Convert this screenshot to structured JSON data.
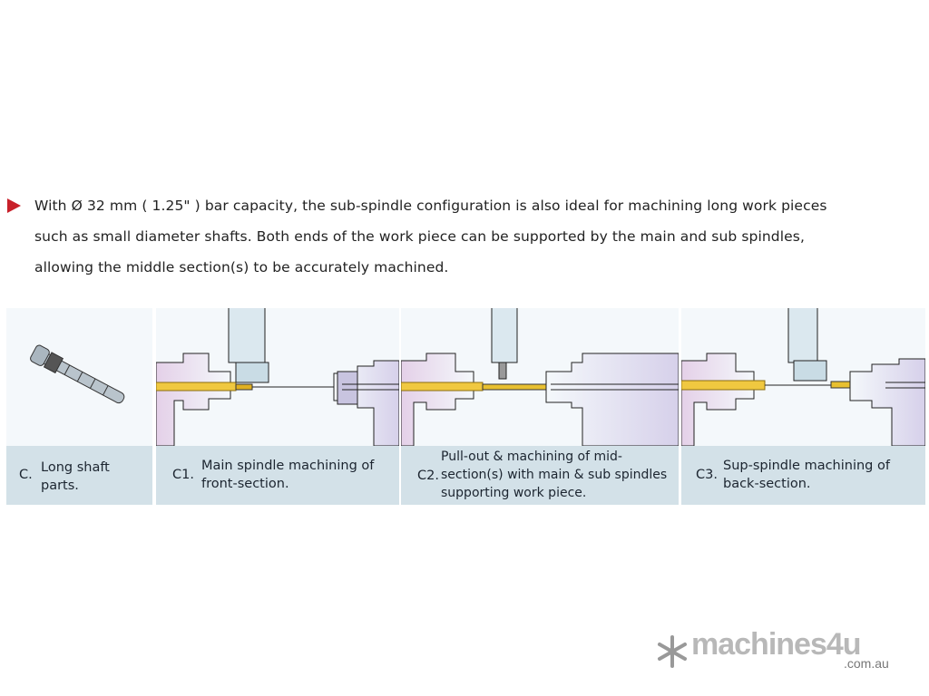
{
  "intro": {
    "text": "With Ø 32 mm ( 1.25\" ) bar capacity, the sub-spindle configuration is also ideal for machining long work pieces such as small diameter shafts. Both ends of the work piece can be supported by the main and sub spindles, allowing the middle section(s) to be accurately machined."
  },
  "panels": [
    {
      "num": "C.",
      "caption": "Long shaft parts."
    },
    {
      "num": "C1.",
      "caption": "Main spindle machining of front-section."
    },
    {
      "num": "C2.",
      "caption": "Pull-out & machining of mid-section(s) with main & sub spindles supporting work piece."
    },
    {
      "num": "C3.",
      "caption": "Sup-spindle machining of back-section."
    }
  ],
  "logo": {
    "brand": "machines4u",
    "domain": ".com.au"
  },
  "colors": {
    "arrow": "#c8202a",
    "caption_bg": "#d3e1e8",
    "bar": "#f0c840"
  }
}
